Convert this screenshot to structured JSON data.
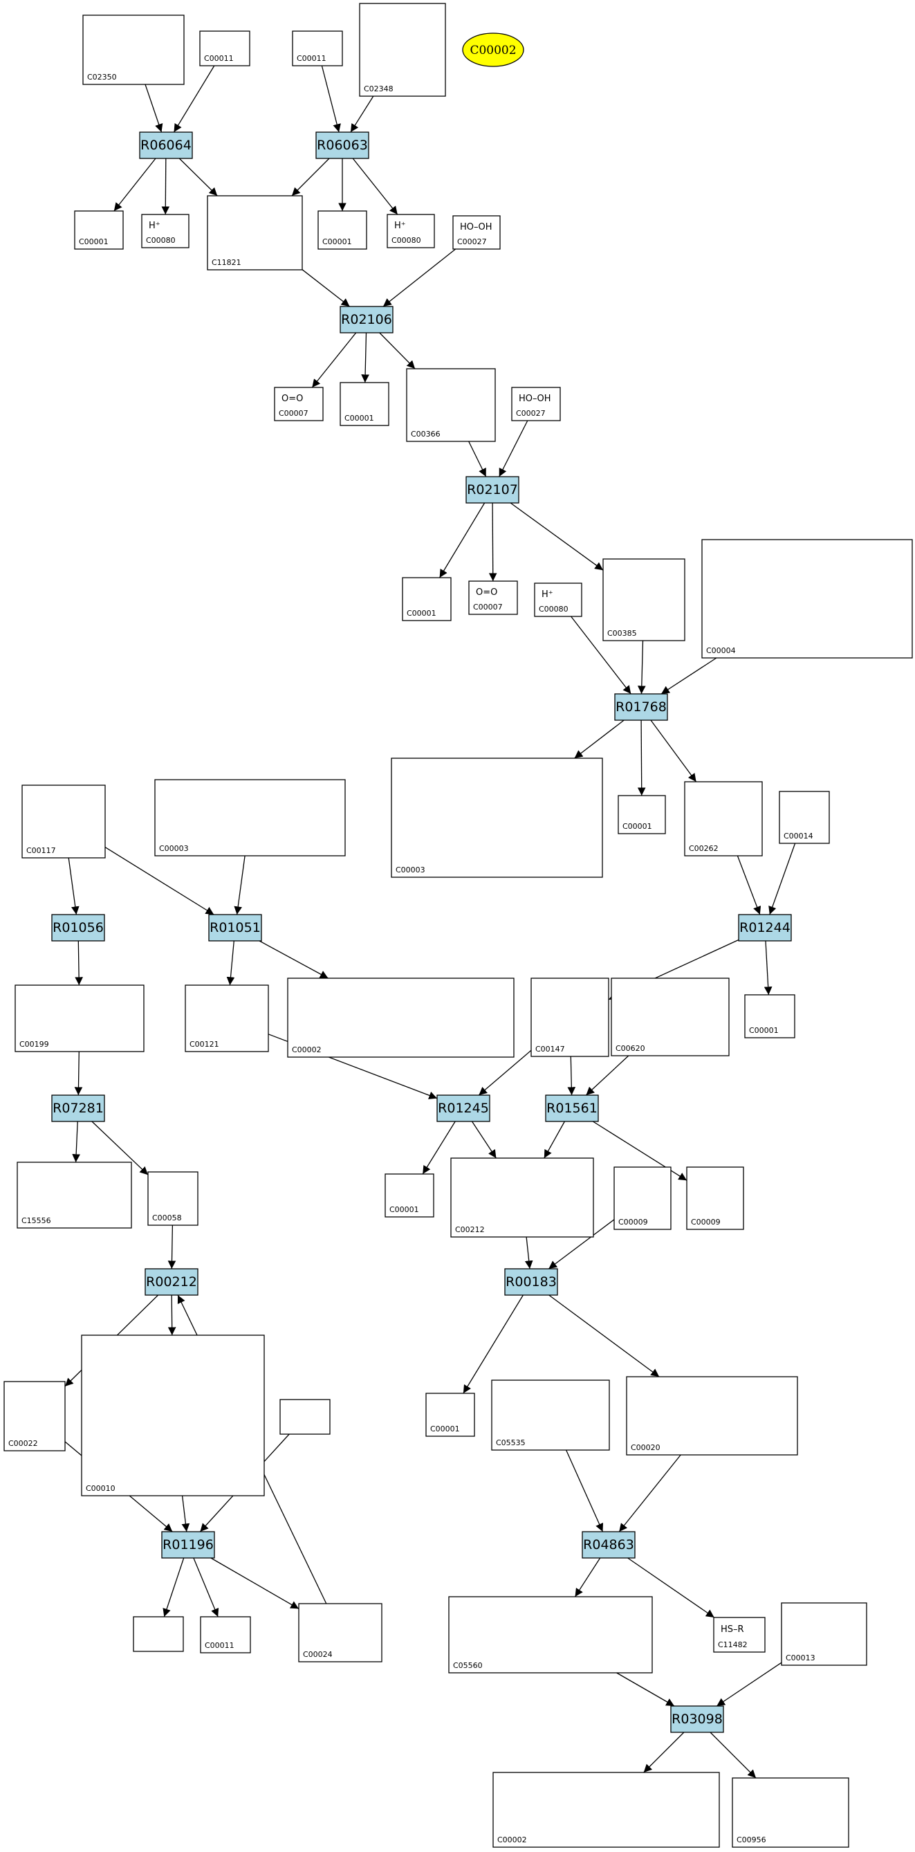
{
  "colors": {
    "reaction": "#add8e6",
    "highlight": "#ffff00"
  },
  "highlight": {
    "label": "C00002"
  },
  "reactions": [
    "R06064",
    "R06063",
    "R02106",
    "R02107",
    "R01768",
    "R01056",
    "R01051",
    "R01244",
    "R07281",
    "R01245",
    "R01561",
    "R00212",
    "R00183",
    "R01196",
    "R04863",
    "R03098"
  ],
  "compounds": [
    {
      "id": "C02350",
      "formula": ""
    },
    {
      "id": "C00011",
      "formula": ""
    },
    {
      "id": "C00011",
      "formula": ""
    },
    {
      "id": "C02348",
      "formula": ""
    },
    {
      "id": "C00001",
      "formula": ""
    },
    {
      "id": "C00080",
      "formula": "H⁺"
    },
    {
      "id": "C11821",
      "formula": ""
    },
    {
      "id": "C00001",
      "formula": ""
    },
    {
      "id": "C00080",
      "formula": "H⁺"
    },
    {
      "id": "C00027",
      "formula": "HO–OH"
    },
    {
      "id": "C00007",
      "formula": "O=O"
    },
    {
      "id": "C00001",
      "formula": ""
    },
    {
      "id": "C00366",
      "formula": ""
    },
    {
      "id": "C00027",
      "formula": "HO–OH"
    },
    {
      "id": "C00001",
      "formula": ""
    },
    {
      "id": "C00007",
      "formula": "O=O"
    },
    {
      "id": "C00080",
      "formula": "H⁺"
    },
    {
      "id": "C00385",
      "formula": ""
    },
    {
      "id": "C00004",
      "formula": ""
    },
    {
      "id": "C00117",
      "formula": ""
    },
    {
      "id": "C00003",
      "formula": ""
    },
    {
      "id": "C00003",
      "formula": ""
    },
    {
      "id": "C00001",
      "formula": ""
    },
    {
      "id": "C00262",
      "formula": ""
    },
    {
      "id": "C00014",
      "formula": ""
    },
    {
      "id": "C00199",
      "formula": ""
    },
    {
      "id": "C00121",
      "formula": ""
    },
    {
      "id": "C00002",
      "formula": ""
    },
    {
      "id": "C00147",
      "formula": ""
    },
    {
      "id": "C00620",
      "formula": ""
    },
    {
      "id": "C00001",
      "formula": ""
    },
    {
      "id": "C15556",
      "formula": ""
    },
    {
      "id": "C00058",
      "formula": ""
    },
    {
      "id": "C00001",
      "formula": ""
    },
    {
      "id": "C00212",
      "formula": ""
    },
    {
      "id": "C00009",
      "formula": ""
    },
    {
      "id": "C00009",
      "formula": ""
    },
    {
      "id": "C00022",
      "formula": ""
    },
    {
      "id": "C00010",
      "formula": ""
    },
    {
      "id": "",
      "formula": ""
    },
    {
      "id": "C00001",
      "formula": ""
    },
    {
      "id": "C05535",
      "formula": ""
    },
    {
      "id": "C00020",
      "formula": ""
    },
    {
      "id": "",
      "formula": ""
    },
    {
      "id": "C00011",
      "formula": ""
    },
    {
      "id": "C00024",
      "formula": ""
    },
    {
      "id": "C05560",
      "formula": ""
    },
    {
      "id": "C11482",
      "formula": "HS–R"
    },
    {
      "id": "C00013",
      "formula": ""
    },
    {
      "id": "C00002",
      "formula": ""
    },
    {
      "id": "C00956",
      "formula": ""
    }
  ]
}
